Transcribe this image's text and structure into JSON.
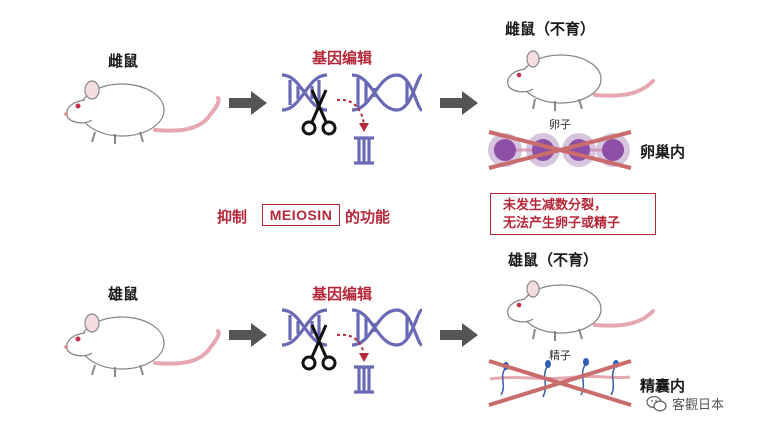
{
  "top_row": {
    "mouse_label": "雌鼠",
    "edit_label": "基因编辑",
    "result_label": "雌鼠（不育）",
    "cell_label": "卵子",
    "location_label": "卵巢内"
  },
  "middle": {
    "suppress_prefix": "抑制",
    "gene_name": "MEIOSIN",
    "suppress_suffix": "的功能",
    "note_line1": "未发生减数分裂，",
    "note_line2": "无法产生卵子或精子"
  },
  "bottom_row": {
    "mouse_label": "雄鼠",
    "edit_label": "基因编辑",
    "result_label": "雄鼠（不育）",
    "cell_label": "精子",
    "location_label": "精囊内"
  },
  "watermark": "客觀日本",
  "colors": {
    "accent": "#b5283a",
    "dna": "#6a6ab4",
    "arrow": "#555555",
    "egg": "#8e4fa6"
  }
}
